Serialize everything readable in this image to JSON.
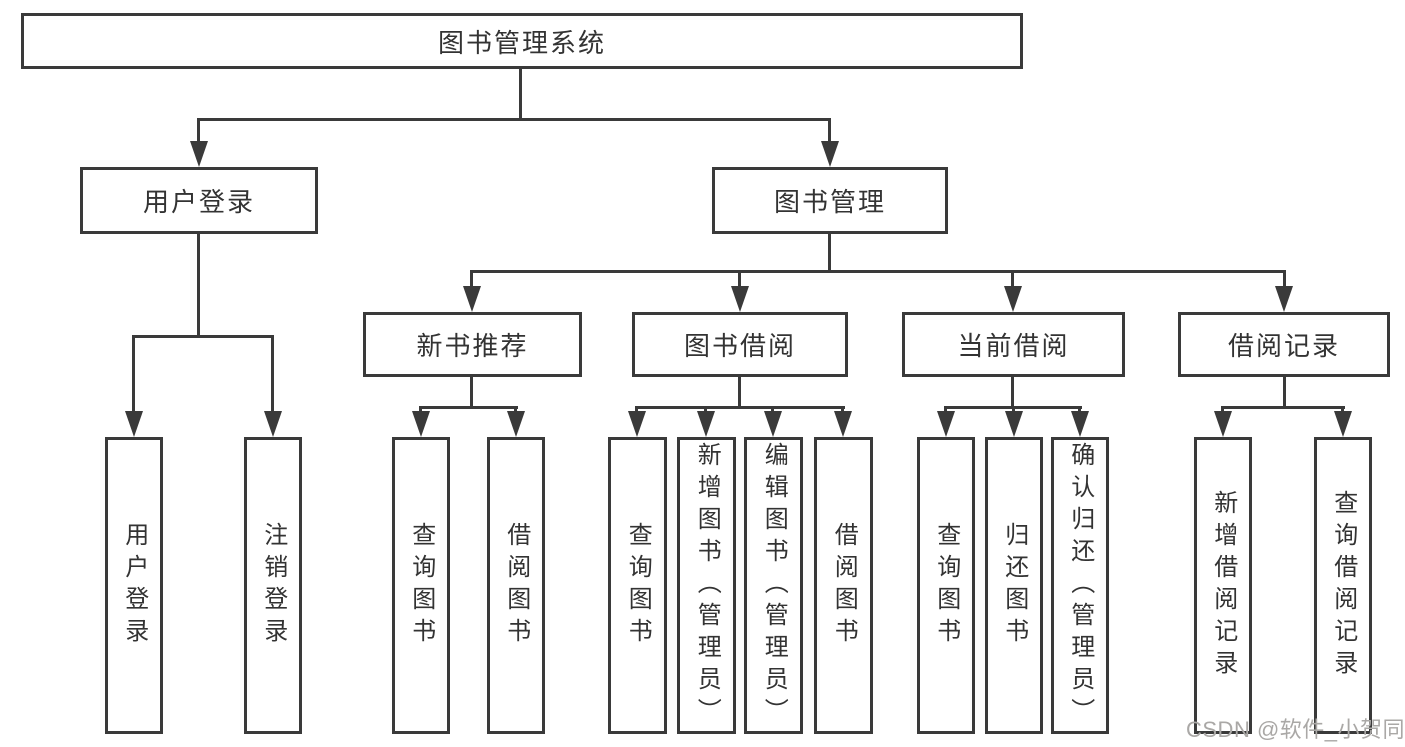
{
  "colors": {
    "line": "#3a3a3a",
    "text": "#333333",
    "watermark": "#aaa8a6",
    "background": "#ffffff"
  },
  "watermark": {
    "text": "CSDN @软件_小贺同学"
  },
  "nodes": {
    "root": "图书管理系统",
    "userLogin": "用户登录",
    "bookManagement": "图书管理",
    "newBookRec": "新书推荐",
    "bookBorrowing": "图书借阅",
    "currentBorrowing": "当前借阅",
    "borrowRecords": "借阅记录",
    "ulLogin": "用户登录",
    "ulLogout": "注销登录",
    "nbQuery": "查询图书",
    "nbBorrow": "借阅图书",
    "bbQuery": "查询图书",
    "bbAdd": "新增图书（管理员）",
    "bbEdit": "编辑图书（管理员）",
    "bbBorrow": "借阅图书",
    "cbQuery": "查询图书",
    "cbReturn": "归还图书",
    "cbConfirm": "确认归还（管理员）",
    "brAdd": "新增借阅记录",
    "brQuery": "查询借阅记录"
  },
  "hierarchy": {
    "图书管理系统": {
      "用户登录": [
        "用户登录",
        "注销登录"
      ],
      "图书管理": {
        "新书推荐": [
          "查询图书",
          "借阅图书"
        ],
        "图书借阅": [
          "查询图书",
          "新增图书（管理员）",
          "编辑图书（管理员）",
          "借阅图书"
        ],
        "当前借阅": [
          "查询图书",
          "归还图书",
          "确认归还（管理员）"
        ],
        "借阅记录": [
          "新增借阅记录",
          "查询借阅记录"
        ]
      }
    }
  }
}
